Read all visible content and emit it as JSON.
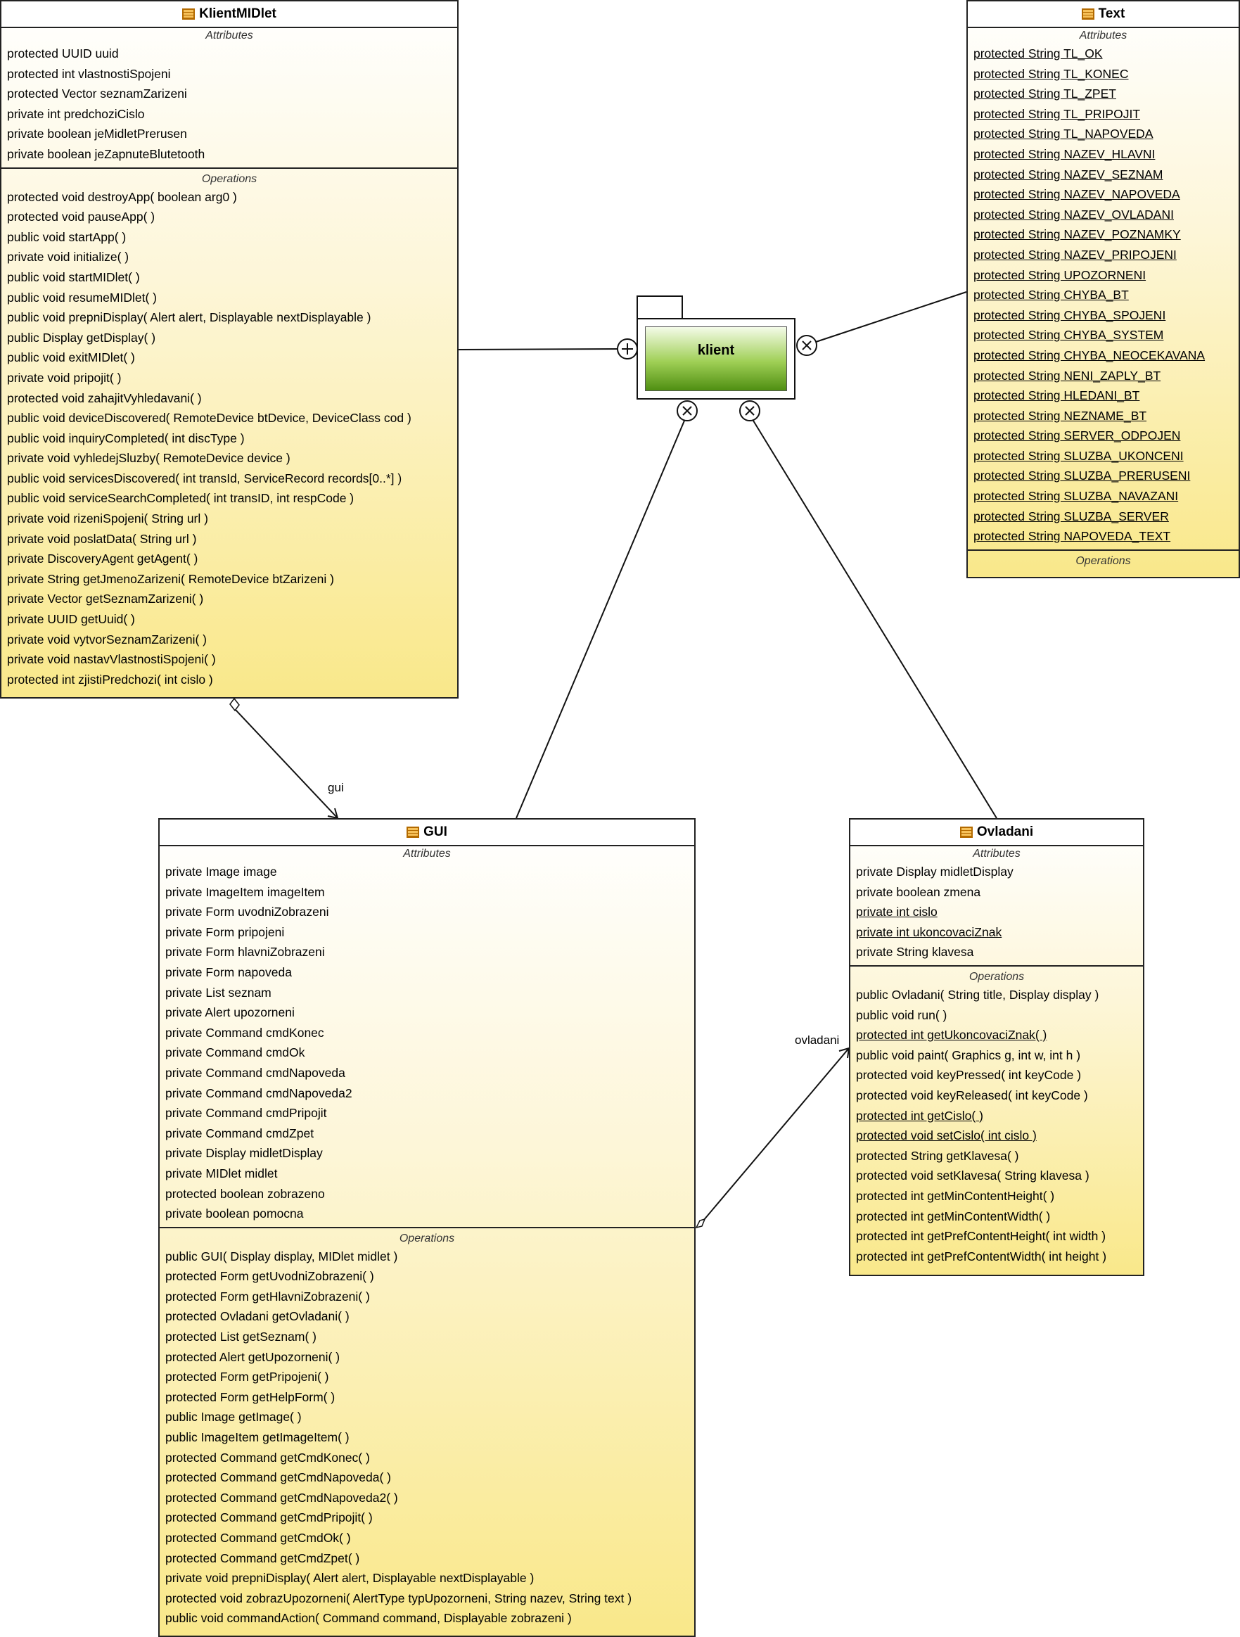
{
  "classes": {
    "klient_midlet": {
      "name": "KlientMIDlet",
      "attributes_title": "Attributes",
      "operations_title": "Operations",
      "attributes": [
        {
          "text": "protected UUID uuid",
          "static": false
        },
        {
          "text": "protected int vlastnostiSpojeni",
          "static": false
        },
        {
          "text": "protected Vector seznamZarizeni",
          "static": false
        },
        {
          "text": "private int predchoziCislo",
          "static": false
        },
        {
          "text": "private boolean jeMidletPrerusen",
          "static": false
        },
        {
          "text": "private boolean jeZapnuteBlutetooth",
          "static": false
        }
      ],
      "operations": [
        {
          "text": "protected void  destroyApp( boolean arg0 )",
          "static": false
        },
        {
          "text": "protected void  pauseApp(  )",
          "static": false
        },
        {
          "text": "public void  startApp(  )",
          "static": false
        },
        {
          "text": "private void  initialize(  )",
          "static": false
        },
        {
          "text": "public void  startMIDlet(  )",
          "static": false
        },
        {
          "text": "public void  resumeMIDlet(  )",
          "static": false
        },
        {
          "text": "public void  prepniDisplay( Alert alert, Displayable nextDisplayable )",
          "static": false
        },
        {
          "text": "public Display  getDisplay(  )",
          "static": false
        },
        {
          "text": "public void  exitMIDlet(  )",
          "static": false
        },
        {
          "text": "private void  pripojit(  )",
          "static": false
        },
        {
          "text": "protected void  zahajitVyhledavani(  )",
          "static": false
        },
        {
          "text": "public void  deviceDiscovered( RemoteDevice btDevice, DeviceClass cod )",
          "static": false
        },
        {
          "text": "public void  inquiryCompleted( int discType )",
          "static": false
        },
        {
          "text": "private void  vyhledejSluzby( RemoteDevice device )",
          "static": false
        },
        {
          "text": "public void  servicesDiscovered( int transId, ServiceRecord records[0..*] )",
          "static": false
        },
        {
          "text": "public void  serviceSearchCompleted( int transID, int respCode )",
          "static": false
        },
        {
          "text": "private void  rizeniSpojeni( String url )",
          "static": false
        },
        {
          "text": "private void  poslatData( String url )",
          "static": false
        },
        {
          "text": "private DiscoveryAgent  getAgent(  )",
          "static": false
        },
        {
          "text": "private String  getJmenoZarizeni( RemoteDevice btZarizeni )",
          "static": false
        },
        {
          "text": "private Vector  getSeznamZarizeni(  )",
          "static": false
        },
        {
          "text": "private UUID  getUuid(  )",
          "static": false
        },
        {
          "text": "private void  vytvorSeznamZarizeni(  )",
          "static": false
        },
        {
          "text": "private void  nastavVlastnostiSpojeni(  )",
          "static": false
        },
        {
          "text": "protected int  zjistiPredchozi( int cislo )",
          "static": false
        }
      ]
    },
    "text": {
      "name": "Text",
      "attributes_title": "Attributes",
      "operations_title": "Operations",
      "attributes": [
        {
          "text": "protected String TL_OK",
          "static": true
        },
        {
          "text": "protected String TL_KONEC",
          "static": true
        },
        {
          "text": "protected String TL_ZPET",
          "static": true
        },
        {
          "text": "protected String TL_PRIPOJIT",
          "static": true
        },
        {
          "text": "protected String TL_NAPOVEDA",
          "static": true
        },
        {
          "text": "protected String NAZEV_HLAVNI",
          "static": true
        },
        {
          "text": "protected String NAZEV_SEZNAM",
          "static": true
        },
        {
          "text": "protected String NAZEV_NAPOVEDA",
          "static": true
        },
        {
          "text": "protected String NAZEV_OVLADANI",
          "static": true
        },
        {
          "text": "protected String NAZEV_POZNAMKY",
          "static": true
        },
        {
          "text": "protected String NAZEV_PRIPOJENI",
          "static": true
        },
        {
          "text": "protected String UPOZORNENI",
          "static": true
        },
        {
          "text": "protected String CHYBA_BT",
          "static": true
        },
        {
          "text": "protected String CHYBA_SPOJENI",
          "static": true
        },
        {
          "text": "protected String CHYBA_SYSTEM",
          "static": true
        },
        {
          "text": "protected String CHYBA_NEOCEKAVANA",
          "static": true
        },
        {
          "text": "protected String NENI_ZAPLY_BT",
          "static": true
        },
        {
          "text": "protected String HLEDANI_BT",
          "static": true
        },
        {
          "text": "protected String NEZNAME_BT",
          "static": true
        },
        {
          "text": "protected String SERVER_ODPOJEN",
          "static": true
        },
        {
          "text": "protected String SLUZBA_UKONCENI",
          "static": true
        },
        {
          "text": "protected String SLUZBA_PRERUSENI",
          "static": true
        },
        {
          "text": "protected String SLUZBA_NAVAZANI",
          "static": true
        },
        {
          "text": "protected String SLUZBA_SERVER",
          "static": true
        },
        {
          "text": "protected String NAPOVEDA_TEXT",
          "static": true
        }
      ],
      "operations": []
    },
    "gui": {
      "name": "GUI",
      "attributes_title": "Attributes",
      "operations_title": "Operations",
      "attributes": [
        {
          "text": "private Image image",
          "static": false
        },
        {
          "text": "private ImageItem imageItem",
          "static": false
        },
        {
          "text": "private Form uvodniZobrazeni",
          "static": false
        },
        {
          "text": "private Form pripojeni",
          "static": false
        },
        {
          "text": "private Form hlavniZobrazeni",
          "static": false
        },
        {
          "text": "private Form napoveda",
          "static": false
        },
        {
          "text": "private List seznam",
          "static": false
        },
        {
          "text": "private Alert upozorneni",
          "static": false
        },
        {
          "text": "private Command cmdKonec",
          "static": false
        },
        {
          "text": "private Command cmdOk",
          "static": false
        },
        {
          "text": "private Command cmdNapoveda",
          "static": false
        },
        {
          "text": "private Command cmdNapoveda2",
          "static": false
        },
        {
          "text": "private Command cmdPripojit",
          "static": false
        },
        {
          "text": "private Command cmdZpet",
          "static": false
        },
        {
          "text": "private Display midletDisplay",
          "static": false
        },
        {
          "text": "private MIDlet midlet",
          "static": false
        },
        {
          "text": "protected boolean zobrazeno",
          "static": false
        },
        {
          "text": "private boolean pomocna",
          "static": false
        }
      ],
      "operations": [
        {
          "text": "public GUI( Display display, MIDlet midlet )",
          "static": false
        },
        {
          "text": "protected Form  getUvodniZobrazeni(  )",
          "static": false
        },
        {
          "text": "protected Form  getHlavniZobrazeni(  )",
          "static": false
        },
        {
          "text": "protected Ovladani  getOvladani(  )",
          "static": false
        },
        {
          "text": "protected List  getSeznam(  )",
          "static": false
        },
        {
          "text": "protected Alert  getUpozorneni(  )",
          "static": false
        },
        {
          "text": "protected Form  getPripojeni(  )",
          "static": false
        },
        {
          "text": "protected Form  getHelpForm(  )",
          "static": false
        },
        {
          "text": "public Image  getImage(  )",
          "static": false
        },
        {
          "text": "public ImageItem  getImageItem(  )",
          "static": false
        },
        {
          "text": "protected Command  getCmdKonec(  )",
          "static": false
        },
        {
          "text": "protected Command  getCmdNapoveda(  )",
          "static": false
        },
        {
          "text": "protected Command  getCmdNapoveda2(  )",
          "static": false
        },
        {
          "text": "protected Command  getCmdPripojit(  )",
          "static": false
        },
        {
          "text": "protected Command  getCmdOk(  )",
          "static": false
        },
        {
          "text": "protected Command  getCmdZpet(  )",
          "static": false
        },
        {
          "text": "private void  prepniDisplay( Alert alert, Displayable nextDisplayable )",
          "static": false
        },
        {
          "text": "protected void  zobrazUpozorneni( AlertType typUpozorneni, String nazev, String text )",
          "static": false
        },
        {
          "text": "public void  commandAction( Command command, Displayable zobrazeni )",
          "static": false
        }
      ]
    },
    "ovladani": {
      "name": "Ovladani",
      "attributes_title": "Attributes",
      "operations_title": "Operations",
      "attributes": [
        {
          "text": "private Display midletDisplay",
          "static": false
        },
        {
          "text": "private boolean zmena",
          "static": false
        },
        {
          "text": "private int cislo",
          "static": true
        },
        {
          "text": "private int ukoncovaciZnak",
          "static": true
        },
        {
          "text": "private String klavesa",
          "static": false
        }
      ],
      "operations": [
        {
          "text": "public Ovladani( String title, Display display )",
          "static": false
        },
        {
          "text": "public void  run(  )",
          "static": false
        },
        {
          "text": "protected int  getUkoncovaciZnak(  )",
          "static": true
        },
        {
          "text": "public void  paint( Graphics g, int w, int h )",
          "static": false
        },
        {
          "text": "protected void  keyPressed( int keyCode )",
          "static": false
        },
        {
          "text": "protected void  keyReleased( int keyCode )",
          "static": false
        },
        {
          "text": "protected int  getCislo(  )",
          "static": true
        },
        {
          "text": "protected void  setCislo( int cislo )",
          "static": true
        },
        {
          "text": "protected String  getKlavesa(  )",
          "static": false
        },
        {
          "text": "protected void  setKlavesa( String klavesa )",
          "static": false
        },
        {
          "text": "protected int  getMinContentHeight(  )",
          "static": false
        },
        {
          "text": "protected int  getMinContentWidth(  )",
          "static": false
        },
        {
          "text": "protected int  getPrefContentHeight( int width )",
          "static": false
        },
        {
          "text": "protected int  getPrefContentWidth( int height )",
          "static": false
        }
      ]
    }
  },
  "package": {
    "name": "klient"
  },
  "associations": {
    "gui_label": "gui",
    "ovladani_label": "ovladani"
  },
  "colors": {
    "class_fill_top": "#ffffff",
    "class_fill_bottom": "#f9e88a",
    "package_fill": "#6aab1f"
  }
}
